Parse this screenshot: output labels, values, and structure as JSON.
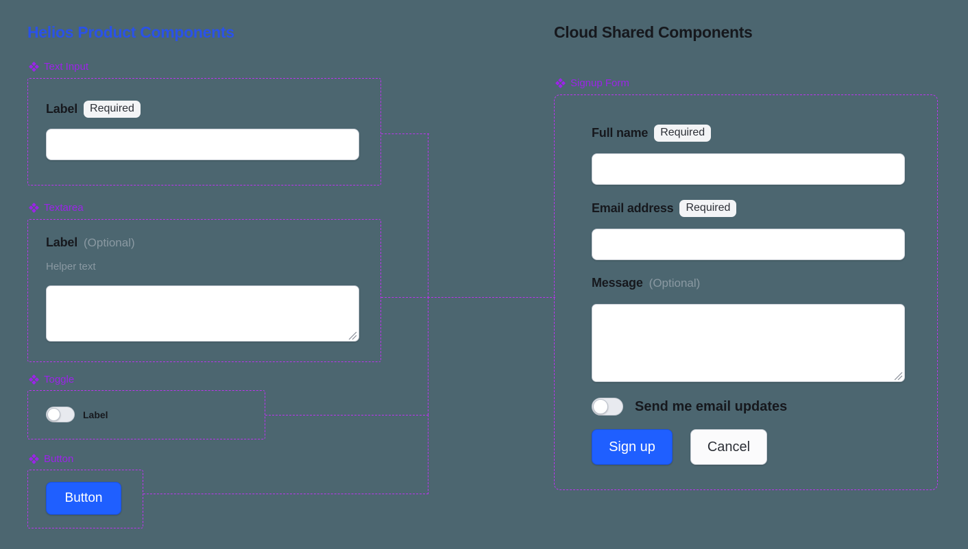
{
  "canvas": {
    "background": "#4c6670",
    "accent_blue": "#2a52e8",
    "accent_purple": "#bd34f0",
    "primary_button": "#1f5fff"
  },
  "left_panel": {
    "title": "Helios Product Components",
    "sections": [
      {
        "icon": "component-diamond-icon",
        "label": "Text Input"
      },
      {
        "icon": "component-diamond-icon",
        "label": "Textarea"
      },
      {
        "icon": "component-diamond-icon",
        "label": "Toggle"
      },
      {
        "icon": "component-diamond-icon",
        "label": "Button"
      }
    ],
    "text_input": {
      "label": "Label",
      "badge": "Required",
      "value": "",
      "placeholder": ""
    },
    "textarea": {
      "label": "Label",
      "optional": "(Optional)",
      "helper": "Helper text",
      "value": "",
      "placeholder": ""
    },
    "toggle": {
      "label": "Label",
      "state": "off"
    },
    "button": {
      "label": "Button"
    }
  },
  "right_panel": {
    "title": "Cloud Shared Components",
    "section": {
      "icon": "component-diamond-icon",
      "label": "Signup Form"
    },
    "fields": {
      "full_name": {
        "label": "Full name",
        "badge": "Required",
        "value": "",
        "placeholder": ""
      },
      "email": {
        "label": "Email address",
        "badge": "Required",
        "value": "",
        "placeholder": ""
      },
      "message": {
        "label": "Message",
        "optional": "(Optional)",
        "value": "",
        "placeholder": ""
      }
    },
    "toggle": {
      "label": "Send me email updates",
      "state": "off"
    },
    "actions": {
      "submit": "Sign up",
      "cancel": "Cancel"
    }
  }
}
